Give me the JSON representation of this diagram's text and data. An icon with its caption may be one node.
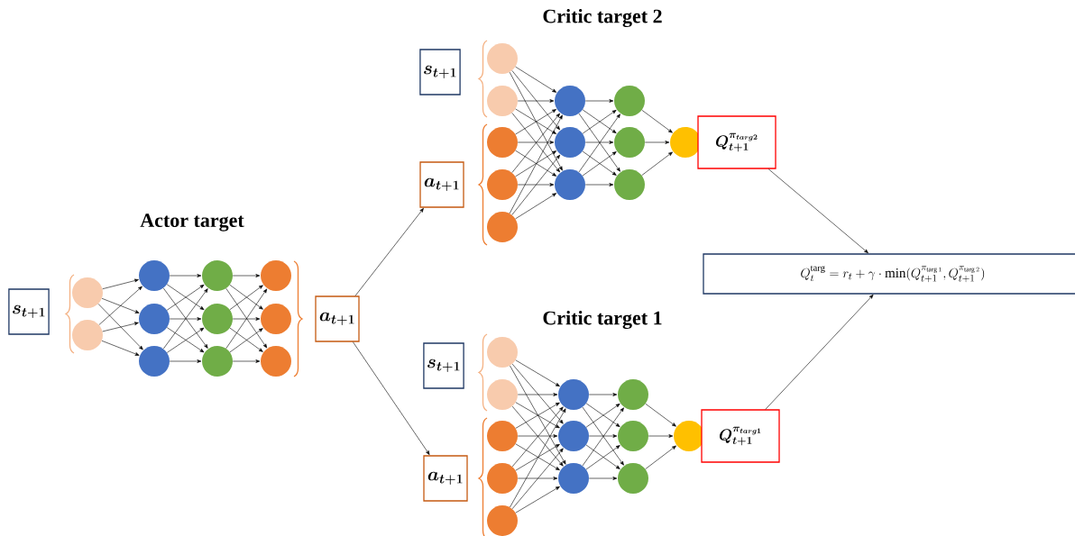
{
  "diagram": {
    "nodes": [
      {
        "text": [
          "\\boldsymbol{s_{t+1}}"
        ]
      },
      {
        "text": [],
        "shape": "circle"
      },
      {
        "text": [],
        "shape": "circle"
      },
      {
        "text": [],
        "shape": "circle"
      },
      {
        "text": [],
        "shape": "circle"
      },
      {
        "text": [],
        "shape": "circle"
      },
      {
        "text": [],
        "shape": "circle"
      },
      {
        "text": [],
        "shape": "circle"
      },
      {
        "text": [],
        "shape": "circle"
      },
      {
        "text": [],
        "shape": "circle"
      },
      {
        "text": [],
        "shape": "circle"
      },
      {
        "text": [],
        "shape": "circle"
      },
      {
        "text": [
          "\\boldsymbol{a_{t+1}}"
        ]
      },
      {
        "text": [
          "\\boldsymbol{s_{t+1}}"
        ]
      },
      {
        "text": [
          "\\boldsymbol{a_{t+1}}"
        ]
      },
      {
        "text": [],
        "shape": "circle"
      },
      {
        "text": [],
        "shape": "circle"
      },
      {
        "text": [],
        "shape": "circle"
      },
      {
        "text": [],
        "shape": "circle"
      },
      {
        "text": [],
        "shape": "circle"
      },
      {
        "text": [],
        "shape": "circle"
      },
      {
        "text": [],
        "shape": "circle"
      },
      {
        "text": [],
        "shape": "circle"
      },
      {
        "text": [],
        "shape": "circle"
      },
      {
        "text": [],
        "shape": "circle"
      },
      {
        "text": [],
        "shape": "circle"
      },
      {
        "text": [],
        "shape": "circle"
      },
      {
        "text": [
          "\\boldsymbol{Q_{t+1}^{\\pi_{targ2}}}"
        ]
      },
      {
        "text": [
          "Q_t^{\\mathrm{targ}} = r_t + \\gamma \\cdot \\min(Q_{t+1}^{\\pi_{\\mathrm{targ}\\,1}}, Q_{t+1}^{\\pi_{\\mathrm{targ}\\,2}})"
        ]
      },
      {
        "text": [
          "\\boldsymbol{s_{t+1}}"
        ]
      },
      {
        "text": [
          "\\boldsymbol{a_{t+1}}"
        ]
      },
      {
        "text": [],
        "shape": "circle"
      },
      {
        "text": [],
        "shape": "circle"
      },
      {
        "text": [],
        "shape": "circle"
      },
      {
        "text": [],
        "shape": "circle"
      },
      {
        "text": [],
        "shape": "circle"
      },
      {
        "text": [],
        "shape": "circle"
      },
      {
        "text": [],
        "shape": "circle"
      },
      {
        "text": [],
        "shape": "circle"
      },
      {
        "text": [],
        "shape": "circle"
      },
      {
        "text": [],
        "shape": "circle"
      },
      {
        "text": [],
        "shape": "circle"
      },
      {
        "text": [],
        "shape": "circle"
      },
      {
        "text": [
          "\\boldsymbol{Q_{t+1}^{\\pi_{targ1}}}"
        ]
      }
    ],
    "edges": [
      {
        "from": 1,
        "to": 3,
        "arrow": "to"
      },
      {
        "from": 1,
        "to": 4,
        "arrow": "to"
      },
      {
        "from": 1,
        "to": 5,
        "arrow": "to"
      },
      {
        "from": 2,
        "to": 3,
        "arrow": "to"
      },
      {
        "from": 2,
        "to": 4,
        "arrow": "to"
      },
      {
        "from": 2,
        "to": 5,
        "arrow": "to"
      },
      {
        "from": 3,
        "to": 6,
        "arrow": "to"
      },
      {
        "from": 3,
        "to": 7,
        "arrow": "to"
      },
      {
        "from": 3,
        "to": 8,
        "arrow": "to"
      },
      {
        "from": 4,
        "to": 6,
        "arrow": "to"
      },
      {
        "from": 4,
        "to": 7,
        "arrow": "to"
      },
      {
        "from": 4,
        "to": 8,
        "arrow": "to"
      },
      {
        "from": 5,
        "to": 6,
        "arrow": "to"
      },
      {
        "from": 5,
        "to": 7,
        "arrow": "to"
      },
      {
        "from": 5,
        "to": 8,
        "arrow": "to"
      },
      {
        "from": 6,
        "to": 9,
        "arrow": "to"
      },
      {
        "from": 6,
        "to": 10,
        "arrow": "to"
      },
      {
        "from": 6,
        "to": 11,
        "arrow": "to"
      },
      {
        "from": 7,
        "to": 9,
        "arrow": "to"
      },
      {
        "from": 7,
        "to": 10,
        "arrow": "to"
      },
      {
        "from": 7,
        "to": 11,
        "arrow": "to"
      },
      {
        "from": 8,
        "to": 9,
        "arrow": "to"
      },
      {
        "from": 8,
        "to": 10,
        "arrow": "to"
      },
      {
        "from": 8,
        "to": 11,
        "arrow": "to"
      },
      {
        "from": 12,
        "to": 14,
        "arrow": "to"
      },
      {
        "from": 12,
        "to": 30,
        "arrow": "to"
      },
      {
        "from": 15,
        "to": 20,
        "arrow": "to"
      },
      {
        "from": 15,
        "to": 21,
        "arrow": "to"
      },
      {
        "from": 15,
        "to": 22,
        "arrow": "to"
      },
      {
        "from": 16,
        "to": 20,
        "arrow": "to"
      },
      {
        "from": 16,
        "to": 21,
        "arrow": "to"
      },
      {
        "from": 16,
        "to": 22,
        "arrow": "to"
      },
      {
        "from": 17,
        "to": 20,
        "arrow": "to"
      },
      {
        "from": 17,
        "to": 21,
        "arrow": "to"
      },
      {
        "from": 17,
        "to": 22,
        "arrow": "to"
      },
      {
        "from": 18,
        "to": 20,
        "arrow": "to"
      },
      {
        "from": 18,
        "to": 21,
        "arrow": "to"
      },
      {
        "from": 18,
        "to": 22,
        "arrow": "to"
      },
      {
        "from": 19,
        "to": 20,
        "arrow": "to"
      },
      {
        "from": 19,
        "to": 21,
        "arrow": "to"
      },
      {
        "from": 19,
        "to": 22,
        "arrow": "to"
      },
      {
        "from": 20,
        "to": 23,
        "arrow": "to"
      },
      {
        "from": 20,
        "to": 24,
        "arrow": "to"
      },
      {
        "from": 20,
        "to": 25,
        "arrow": "to"
      },
      {
        "from": 21,
        "to": 23,
        "arrow": "to"
      },
      {
        "from": 21,
        "to": 24,
        "arrow": "to"
      },
      {
        "from": 21,
        "to": 25,
        "arrow": "to"
      },
      {
        "from": 22,
        "to": 23,
        "arrow": "to"
      },
      {
        "from": 22,
        "to": 24,
        "arrow": "to"
      },
      {
        "from": 22,
        "to": 25,
        "arrow": "to"
      },
      {
        "from": 23,
        "to": 26,
        "arrow": "to"
      },
      {
        "from": 24,
        "to": 26,
        "arrow": "to"
      },
      {
        "from": 25,
        "to": 26,
        "arrow": "to"
      },
      {
        "from": 27,
        "to": 28,
        "arrow": "to"
      },
      {
        "from": 31,
        "to": 36,
        "arrow": "to"
      },
      {
        "from": 31,
        "to": 37,
        "arrow": "to"
      },
      {
        "from": 31,
        "to": 38,
        "arrow": "to"
      },
      {
        "from": 32,
        "to": 36,
        "arrow": "to"
      },
      {
        "from": 32,
        "to": 37,
        "arrow": "to"
      },
      {
        "from": 32,
        "to": 38,
        "arrow": "to"
      },
      {
        "from": 33,
        "to": 36,
        "arrow": "to"
      },
      {
        "from": 33,
        "to": 37,
        "arrow": "to"
      },
      {
        "from": 33,
        "to": 38,
        "arrow": "to"
      },
      {
        "from": 34,
        "to": 36,
        "arrow": "to"
      },
      {
        "from": 34,
        "to": 37,
        "arrow": "to"
      },
      {
        "from": 34,
        "to": 38,
        "arrow": "to"
      },
      {
        "from": 35,
        "to": 36,
        "arrow": "to"
      },
      {
        "from": 35,
        "to": 37,
        "arrow": "to"
      },
      {
        "from": 35,
        "to": 38,
        "arrow": "to"
      },
      {
        "from": 36,
        "to": 39,
        "arrow": "to"
      },
      {
        "from": 36,
        "to": 40,
        "arrow": "to"
      },
      {
        "from": 36,
        "to": 41,
        "arrow": "to"
      },
      {
        "from": 37,
        "to": 39,
        "arrow": "to"
      },
      {
        "from": 37,
        "to": 40,
        "arrow": "to"
      },
      {
        "from": 37,
        "to": 41,
        "arrow": "to"
      },
      {
        "from": 38,
        "to": 39,
        "arrow": "to"
      },
      {
        "from": 38,
        "to": 40,
        "arrow": "to"
      },
      {
        "from": 38,
        "to": 41,
        "arrow": "to"
      },
      {
        "from": 39,
        "to": 42,
        "arrow": "to"
      },
      {
        "from": 40,
        "to": 42,
        "arrow": "to"
      },
      {
        "from": 41,
        "to": 42,
        "arrow": "to"
      },
      {
        "from": 43,
        "to": 28,
        "arrow": "to"
      }
    ],
    "labels": [
      "Critic target 2",
      "Actor target",
      "Critic target 1"
    ]
  }
}
